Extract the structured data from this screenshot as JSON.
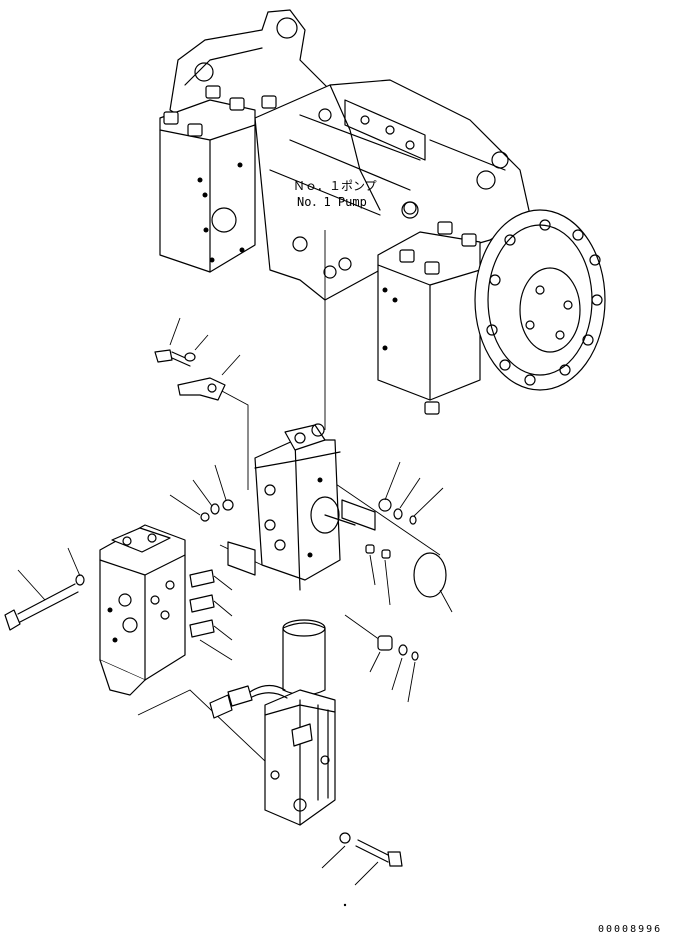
{
  "pump_label": {
    "jp": "Ｎｏ．１ポンプ",
    "en": "No．1 Pump"
  },
  "drawing_number": "00008996"
}
